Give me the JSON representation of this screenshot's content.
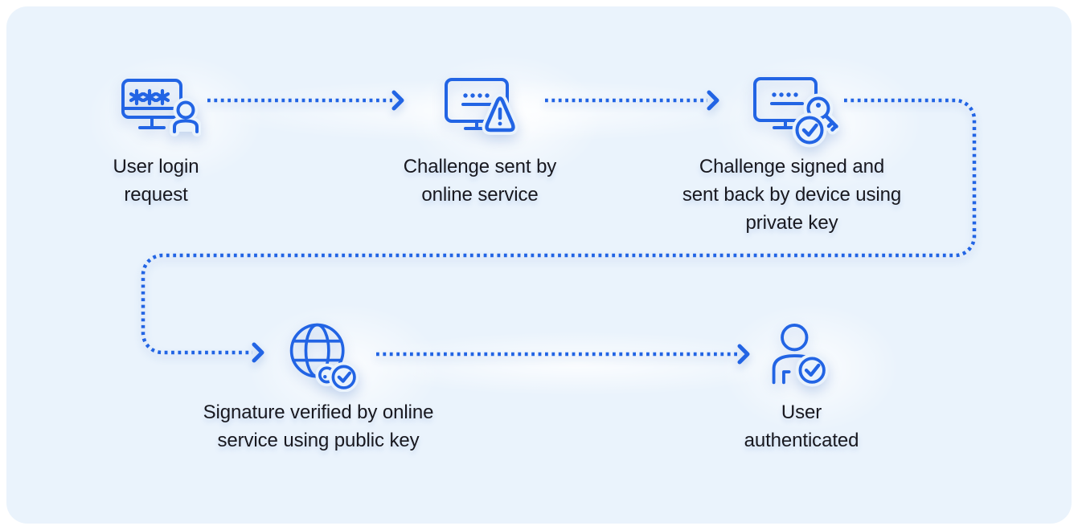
{
  "flow": {
    "steps": [
      {
        "label": "User login\nrequest",
        "icon": "monitor-password-user-icon"
      },
      {
        "label": "Challenge sent by\nonline service",
        "icon": "monitor-challenge-warning-icon"
      },
      {
        "label": "Challenge signed and\nsent back by device using\nprivate key",
        "icon": "monitor-signed-key-check-icon"
      },
      {
        "label": "Signature verified by online\nservice using public key",
        "icon": "globe-key-verified-icon"
      },
      {
        "label": "User\nauthenticated",
        "icon": "user-check-icon"
      }
    ],
    "connectors": [
      {
        "from": "step-1",
        "to": "step-2",
        "type": "dotted-arrow"
      },
      {
        "from": "step-2",
        "to": "step-3",
        "type": "dotted-arrow"
      },
      {
        "from": "step-3",
        "to": "step-4",
        "type": "dotted-arrow-wrap-around"
      },
      {
        "from": "step-4",
        "to": "step-5",
        "type": "dotted-arrow"
      }
    ],
    "colors": {
      "accent": "#2264e4",
      "card_background": "#eaf3fc",
      "page_background": "#ffffff",
      "text": "#18181f"
    }
  }
}
